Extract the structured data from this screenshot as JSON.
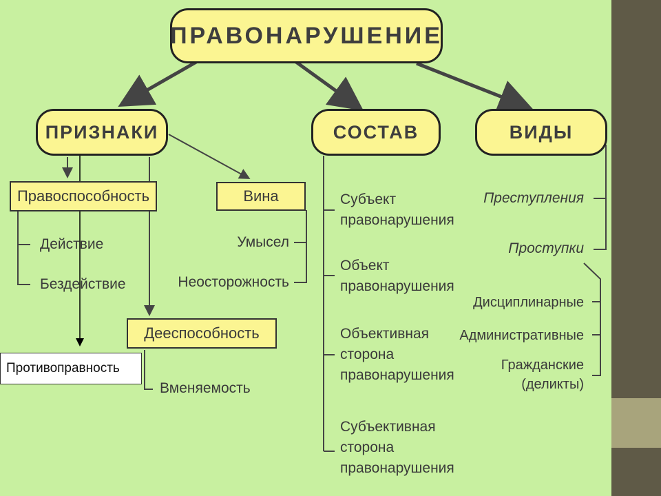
{
  "root": "ПРАВОНАРУШЕНИЕ",
  "categories": {
    "signs": "ПРИЗНАКИ",
    "composition": "СОСТАВ",
    "types": "ВИДЫ"
  },
  "signs": {
    "legal_capacity": "Правоспособность",
    "legal_capacity_items": [
      "Действие",
      "Бездействие"
    ],
    "guilt": "Вина",
    "guilt_items": [
      "Умысел",
      "Неосторожность"
    ],
    "capability": "Дееспособность",
    "capability_items": [
      "Вменяемость"
    ],
    "unlawfulness": "Противоправность"
  },
  "composition_items": [
    [
      "Субъект",
      "правонарушения"
    ],
    [
      "Объект",
      "правонарушения"
    ],
    [
      "Объективная",
      "сторона",
      "правонарушения"
    ],
    [
      "Субъективная",
      "сторона",
      "правонарушения"
    ]
  ],
  "types": {
    "main": [
      "Преступления",
      "Проступки"
    ],
    "misdemeanor_kinds": [
      "Дисциплинарные",
      "Административные",
      "Гражданские",
      "(деликты)"
    ]
  },
  "colors": {
    "background": "#c8f0a0",
    "box_fill": "#fbf592",
    "sidebar": "#5f5a47",
    "sidebar_accent": "#a8a47c"
  }
}
